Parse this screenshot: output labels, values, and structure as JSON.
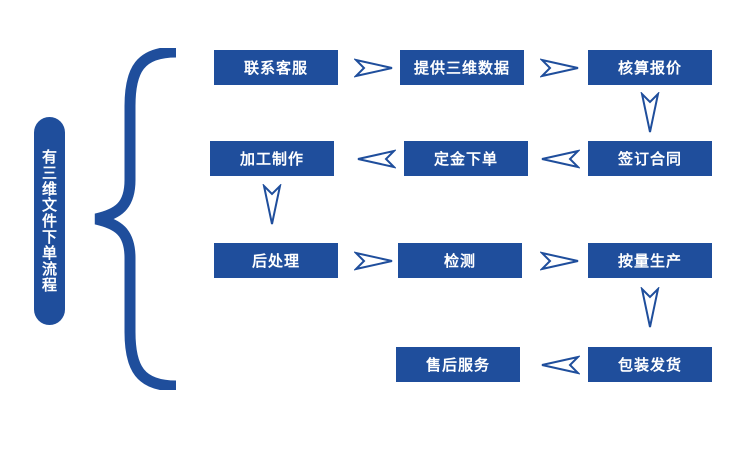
{
  "colors": {
    "box_fill": "#1f4e9c",
    "box_text": "#ffffff",
    "arrow_stroke": "#1f4e9c",
    "arrow_fill": "#ffffff"
  },
  "side_label": "有三维文件下单流程",
  "steps": [
    {
      "id": "s1",
      "label": "联系客服"
    },
    {
      "id": "s2",
      "label": "提供三维数据"
    },
    {
      "id": "s3",
      "label": "核算报价"
    },
    {
      "id": "s4",
      "label": "签订合同"
    },
    {
      "id": "s5",
      "label": "定金下单"
    },
    {
      "id": "s6",
      "label": "加工制作"
    },
    {
      "id": "s7",
      "label": "后处理"
    },
    {
      "id": "s8",
      "label": "检测"
    },
    {
      "id": "s9",
      "label": "按量生产"
    },
    {
      "id": "s10",
      "label": "包装发货"
    },
    {
      "id": "s11",
      "label": "售后服务"
    }
  ],
  "connections": [
    [
      "s1",
      "s2"
    ],
    [
      "s2",
      "s3"
    ],
    [
      "s3",
      "s4"
    ],
    [
      "s4",
      "s5"
    ],
    [
      "s5",
      "s6"
    ],
    [
      "s6",
      "s7"
    ],
    [
      "s7",
      "s8"
    ],
    [
      "s8",
      "s9"
    ],
    [
      "s9",
      "s10"
    ],
    [
      "s10",
      "s11"
    ]
  ]
}
